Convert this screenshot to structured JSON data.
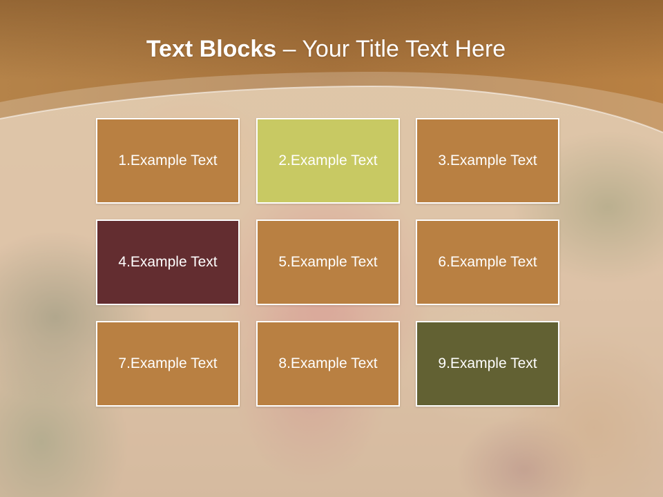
{
  "slide": {
    "title_bold": "Text Blocks",
    "title_separator": "–",
    "title_rest": "Your Title Text Here"
  },
  "colors": {
    "header": "#b07a40",
    "block_default": "#b98042",
    "block_highlight_green": "#c8c963",
    "block_dark_maroon": "#632d30",
    "block_dark_olive": "#626133",
    "text": "#ffffff"
  },
  "blocks": [
    {
      "label": "1.Example Text",
      "color": "#b98042"
    },
    {
      "label": "2.Example Text",
      "color": "#c8c963"
    },
    {
      "label": "3.Example Text",
      "color": "#b98042"
    },
    {
      "label": "4.Example Text",
      "color": "#632d30"
    },
    {
      "label": "5.Example Text",
      "color": "#b98042"
    },
    {
      "label": "6.Example Text",
      "color": "#b98042"
    },
    {
      "label": "7.Example Text",
      "color": "#b98042"
    },
    {
      "label": "8.Example Text",
      "color": "#b98042"
    },
    {
      "label": "9.Example Text",
      "color": "#626133"
    }
  ]
}
